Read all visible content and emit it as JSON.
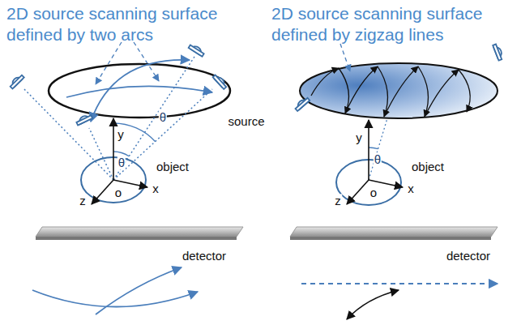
{
  "diagram": {
    "labels": [
      "2D source scanning surface defined by two arcs",
      "2D source scanning surface defined by zigzag lines",
      "source",
      "y",
      "θ",
      "θ",
      "z",
      "o",
      "x",
      "object",
      "detector",
      "y",
      "θ",
      "z",
      "o",
      "x",
      "object",
      "detector"
    ]
  }
}
